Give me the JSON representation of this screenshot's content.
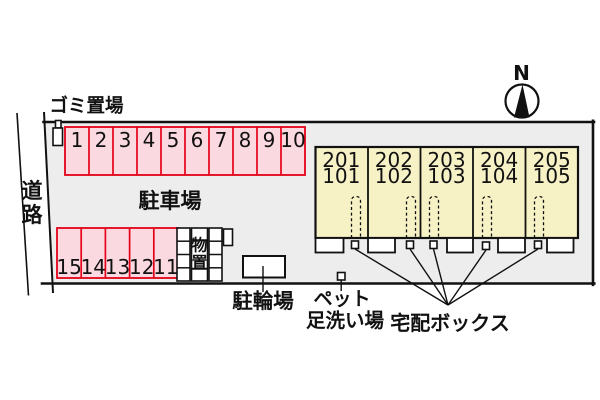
{
  "diagram": {
    "compass": {
      "north_label": "N"
    },
    "road": {
      "label_chars": [
        "道",
        "路"
      ]
    },
    "garbage": {
      "label": "ゴミ置場"
    },
    "parking": {
      "area_label": "駐車場",
      "row_top": {
        "spaces": [
          "1",
          "2",
          "3",
          "4",
          "5",
          "6",
          "7",
          "8",
          "9",
          "10"
        ]
      },
      "row_bottom": {
        "spaces": [
          "15",
          "14",
          "13",
          "12",
          "11"
        ]
      }
    },
    "storage": {
      "label_chars": [
        "物",
        "置"
      ]
    },
    "bicycle": {
      "label": "駐輪場"
    },
    "pet_wash": {
      "label_line1": "ペット",
      "label_line2": "足洗い場"
    },
    "delivery_box": {
      "label": "宅配ボックス"
    },
    "building": {
      "units": [
        {
          "upper": "201",
          "lower": "101"
        },
        {
          "upper": "202",
          "lower": "102"
        },
        {
          "upper": "203",
          "lower": "103"
        },
        {
          "upper": "204",
          "lower": "104"
        },
        {
          "upper": "205",
          "lower": "105"
        }
      ]
    },
    "colors": {
      "site_fill": "#ededed",
      "parking_fill": "#fbd9e1",
      "parking_border": "#e50019",
      "building_fill": "#f7f2c6",
      "box_fill": "#ffffff",
      "line_color": "#111111"
    }
  }
}
